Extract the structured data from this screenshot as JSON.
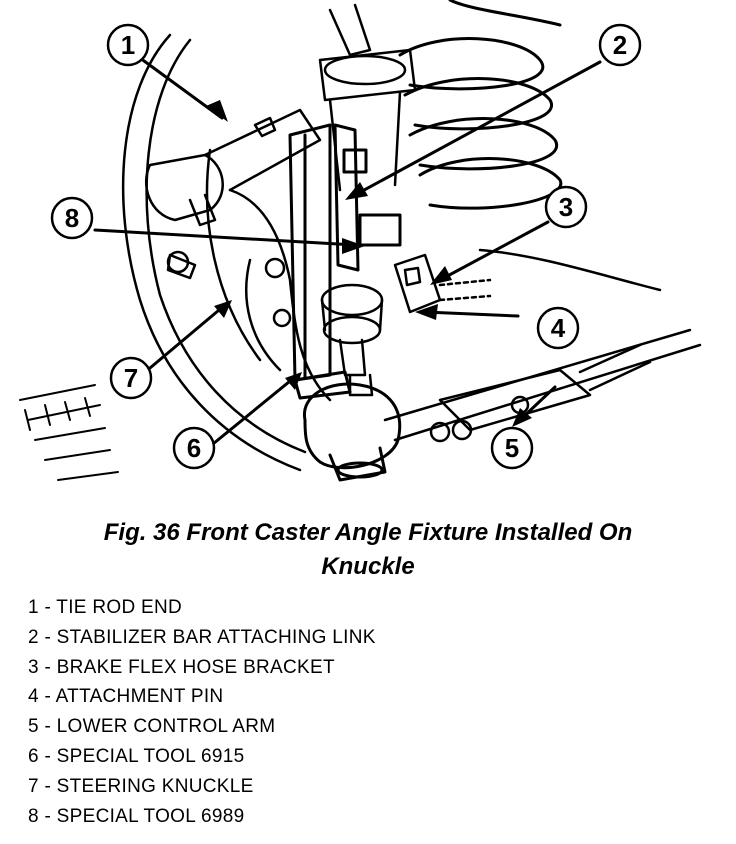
{
  "figure": {
    "caption_line1": "Fig. 36 Front Caster Angle Fixture Installed On",
    "caption_line2": "Knuckle"
  },
  "callouts": [
    "1",
    "2",
    "3",
    "4",
    "5",
    "6",
    "7",
    "8"
  ],
  "legend": [
    "1 - TIE ROD END",
    "2 - STABILIZER BAR ATTACHING LINK",
    "3 - BRAKE FLEX HOSE BRACKET",
    "4 - ATTACHMENT PIN",
    "5 - LOWER CONTROL ARM",
    "6 - SPECIAL TOOL 6915",
    "7 - STEERING KNUCKLE",
    "8 - SPECIAL TOOL 6989"
  ],
  "colors": {
    "ink": "#000000",
    "paper": "#ffffff"
  }
}
